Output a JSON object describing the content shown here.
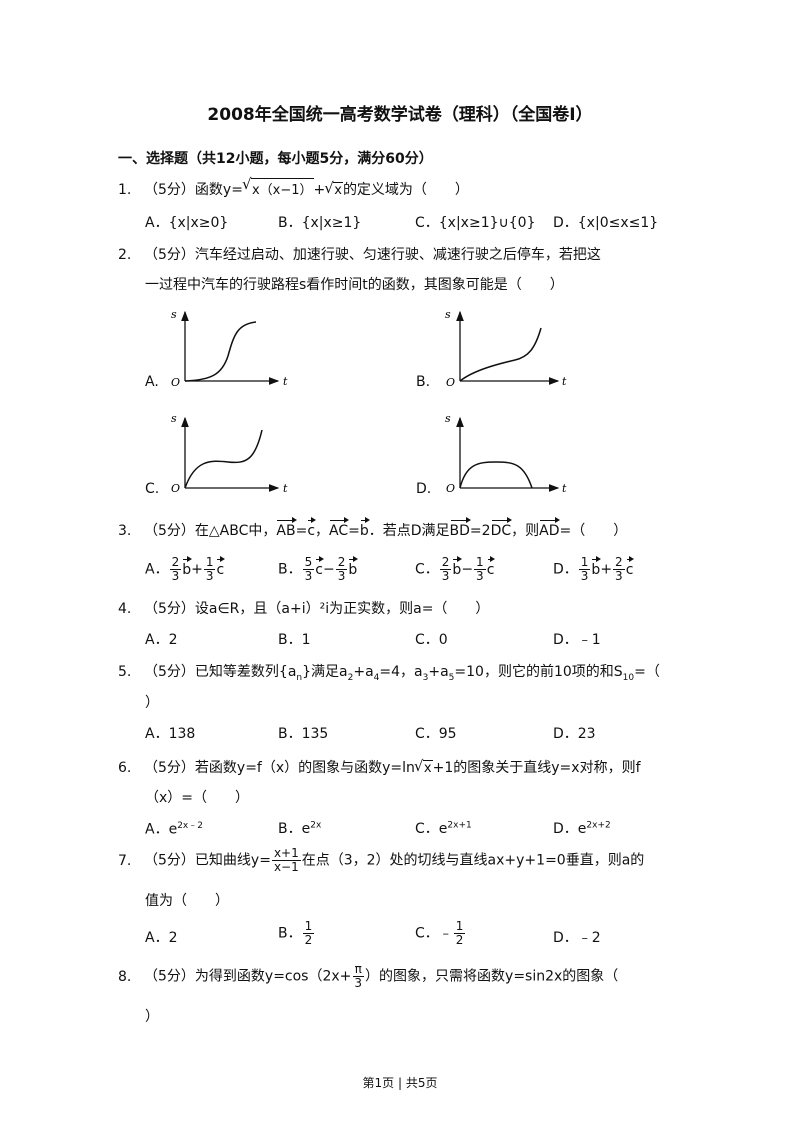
{
  "title": "2008年全国统一高考数学试卷（理科）（全国卷Ⅰ）",
  "section": "一、选择题（共12小题，每小题5分，满分60分）",
  "questions": {
    "q1": {
      "num": "1.",
      "pre": "（5分）函数y=",
      "rad1": "x（x−1）",
      "mid": "+",
      "rad2": "x",
      "post": "的定义域为（　　）",
      "opts": [
        "A．{x|x≥0}",
        "B．{x|x≥1}",
        "C．{x|x≥1}∪{0}",
        "D．{x|0≤x≤1}"
      ]
    },
    "q2": {
      "num": "2.",
      "line1": "（5分）汽车经过启动、加速行驶、匀速行驶、减速行驶之后停车，若把这",
      "line2": "一过程中汽车的行驶路程s看作时间t的函数，其图象可能是（　　）",
      "graph_labels": [
        "A.",
        "B.",
        "C.",
        "D."
      ],
      "axis_s": "s",
      "axis_t": "t",
      "origin": "O"
    },
    "q3": {
      "num": "3.",
      "pre": "（5分）在△ABC中，",
      "ab": "AB",
      "eq1": "=",
      "c": "c",
      "sep": "，",
      "ac": "AC",
      "eq2": "=",
      "b": "b",
      "mid": "．若点D满足",
      "bd": "BD",
      "eq3": "=2",
      "dc": "DC",
      "mid2": "，则",
      "ad": "AD",
      "post": "=（　　）",
      "opts": [
        {
          "label": "A．",
          "f1n": "2",
          "f1d": "3",
          "v1": "b",
          "op": "+",
          "f2n": "1",
          "f2d": "3",
          "v2": "c"
        },
        {
          "label": "B．",
          "f1n": "5",
          "f1d": "3",
          "v1": "c",
          "op": "−",
          "f2n": "2",
          "f2d": "3",
          "v2": "b"
        },
        {
          "label": "C．",
          "f1n": "2",
          "f1d": "3",
          "v1": "b",
          "op": "−",
          "f2n": "1",
          "f2d": "3",
          "v2": "c"
        },
        {
          "label": "D．",
          "f1n": "1",
          "f1d": "3",
          "v1": "b",
          "op": "+",
          "f2n": "2",
          "f2d": "3",
          "v2": "c"
        }
      ]
    },
    "q4": {
      "num": "4.",
      "text": "（5分）设a∈R，且（a+i）²i为正实数，则a=（　　）",
      "opts": [
        "A．2",
        "B．1",
        "C．0",
        "D．﹣1"
      ]
    },
    "q5": {
      "num": "5.",
      "pre": "（5分）已知等差数列{a",
      "sub_n": "n",
      "mid1": "}满足a",
      "s2": "2",
      "mid2": "+a",
      "s4": "4",
      "mid3": "=4，a",
      "s3": "3",
      "mid4": "+a",
      "s5": "5",
      "mid5": "=10，则它的前10项的和S",
      "s10": "10",
      "post": "=（",
      "line2": "）",
      "opts": [
        "A．138",
        "B．135",
        "C．95",
        "D．23"
      ]
    },
    "q6": {
      "num": "6.",
      "pre": "（5分）若函数y=f（x）的图象与函数y=ln",
      "rad": "x",
      "post": "+1的图象关于直线y=x对称，则f",
      "line2": "（x）=（　　）",
      "opts": [
        {
          "l": "A．e",
          "s": "2x﹣2"
        },
        {
          "l": "B．e",
          "s": "2x"
        },
        {
          "l": "C．e",
          "s": "2x+1"
        },
        {
          "l": "D．e",
          "s": "2x+2"
        }
      ]
    },
    "q7": {
      "num": "7.",
      "pre": "（5分）已知曲线y=",
      "fn": "x+1",
      "fd": "x−1",
      "post": "在点（3，2）处的切线与直线ax+y+1=0垂直，则a的",
      "line2": "值为（　　）",
      "opts": [
        {
          "l": "A．2"
        },
        {
          "l": "B．",
          "n": "1",
          "d": "2"
        },
        {
          "l": "C．﹣",
          "n": "1",
          "d": "2"
        },
        {
          "l": "D．﹣2"
        }
      ]
    },
    "q8": {
      "num": "8.",
      "pre": "（5分）为得到函数y=cos（2x+",
      "fn": "π",
      "fd": "3",
      "post": "）的图象，只需将函数y=sin2x的图象（",
      "line2": "）"
    }
  },
  "footer": "第1页 | 共5页"
}
